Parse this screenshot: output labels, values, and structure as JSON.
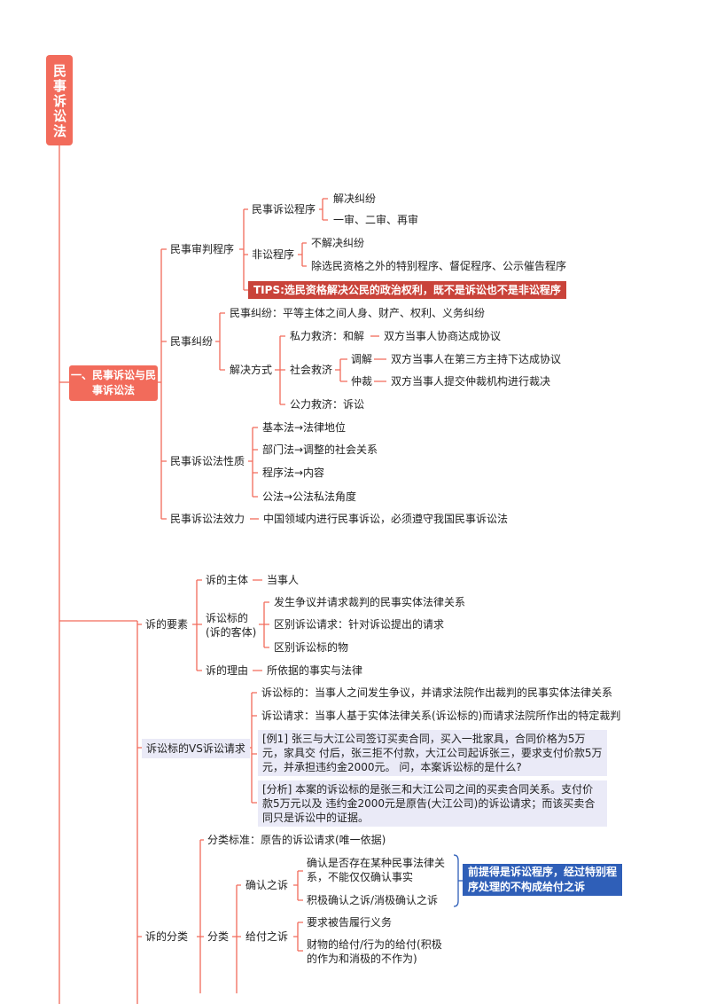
{
  "root": {
    "title": "民事诉讼法"
  },
  "section1": {
    "title": "一、民事诉讼与民事诉讼法",
    "trial": {
      "label": "民事审判程序",
      "litigation": {
        "label": "民事诉讼程序",
        "items": [
          "解决纠纷",
          "一审、二审、再审"
        ]
      },
      "non_litigation": {
        "label": "非讼程序",
        "items": [
          "不解决纠纷",
          "除选民资格之外的特别程序、督促程序、公示催告程序"
        ]
      },
      "tips": "TIPS:选民资格解决公民的政治权利，既不是诉讼也不是非讼程序"
    },
    "dispute": {
      "label": "民事纠纷",
      "definition": "民事纠纷：平等主体之间人身、财产、权利、义务纠纷",
      "resolution": {
        "label": "解决方式",
        "private": {
          "label": "私力救济：和解",
          "detail": "双方当事人协商达成协议"
        },
        "social": {
          "label": "社会救济",
          "mediation": {
            "label": "调解",
            "detail": "双方当事人在第三方主持下达成协议"
          },
          "arbitration": {
            "label": "仲裁",
            "detail": "双方当事人提交仲裁机构进行裁决"
          }
        },
        "public": "公力救济：诉讼"
      }
    },
    "nature": {
      "label": "民事诉讼法性质",
      "items": [
        "基本法→法律地位",
        "部门法→调整的社会关系",
        "程序法→内容",
        "公法→公法私法角度"
      ]
    },
    "effect": {
      "label": "民事诉讼法效力",
      "detail": "中国领域内进行民事诉讼，必须遵守我国民事诉讼法"
    }
  },
  "section2": {
    "elements": {
      "label": "诉的要素",
      "subject": {
        "label": "诉的主体",
        "detail": "当事人"
      },
      "object": {
        "label": "诉讼标的\n(诉的客体)",
        "items": [
          "发生争议并请求裁判的民事实体法律关系",
          "区别诉讼请求：针对诉讼提出的请求",
          "区别诉讼标的物"
        ]
      },
      "reason": {
        "label": "诉的理由",
        "detail": "所依据的事实与法律"
      }
    },
    "vs": {
      "label": "诉讼标的VS诉讼请求",
      "items": [
        "诉讼标的：当事人之间发生争议，并请求法院作出裁判的民事实体法律关系",
        "诉讼请求：当事人基于实体法律关系(诉讼标的)而请求法院所作出的特定裁判"
      ],
      "example": "[例1] 张三与大江公司签订买卖合同，买入一批家具，合同价格为5万元，家具交  付后，张三拒不付款，大江公司起诉张三，要求支付价款5万元，并承担违约金2000元。 问，本案诉讼标的是什么?",
      "analysis": "[分析] 本案的诉讼标的是张三和大江公司之间的买卖合同关系。支付价款5万元以及 违约金2000元是原告(大江公司)的诉讼请求；而该买卖合同只是诉讼中的证据。"
    },
    "classification": {
      "label": "诉的分类",
      "standard": "分类标准：原告的诉讼请求(唯一依据)",
      "category": {
        "label": "分类",
        "confirm": {
          "label": "确认之诉",
          "items": [
            "确认是否存在某种民事法律关系，不能仅仅确认事实",
            "积极确认之诉/消极确认之诉"
          ],
          "note": "前提得是诉讼程序，经过特别程序处理的不构成给付之诉"
        },
        "payment": {
          "label": "给付之诉",
          "items": [
            "要求被告履行义务",
            "财物的给付/行为的给付(积极的作为和消极的不作为)"
          ]
        }
      }
    }
  },
  "colors": {
    "accent": "#f26b5b",
    "tips": "#c9433a",
    "note": "#2f5fb8",
    "highlight": "#eaeaf7"
  }
}
